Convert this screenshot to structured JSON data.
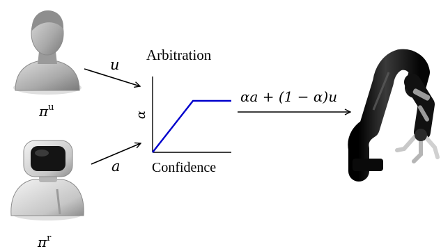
{
  "human": {
    "symbol": "π",
    "superscript": "u"
  },
  "robot": {
    "symbol": "π",
    "superscript": "r"
  },
  "arrows": {
    "user_input_label": "u",
    "robot_input_label": "a"
  },
  "arbitration": {
    "title": "Arbitration",
    "xlabel": "Confidence",
    "ylabel": "α",
    "line_color": "#0000cc"
  },
  "output": {
    "formula": "αa + (1 − α)u"
  },
  "colors": {
    "ink": "#000000",
    "curve": "#0000cc"
  }
}
